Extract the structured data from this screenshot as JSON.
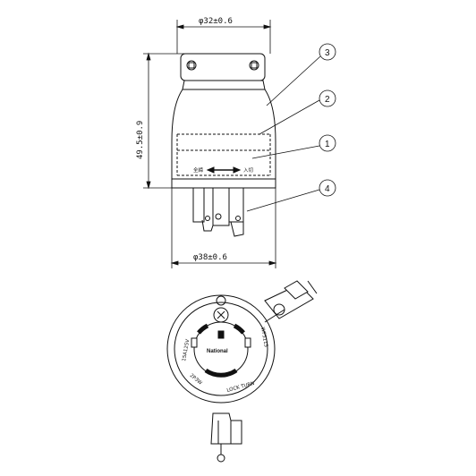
{
  "dimensions": {
    "top_width": "φ32±0.6",
    "height": "49.5±0.9",
    "bottom_width": "φ38±0.6"
  },
  "callouts": [
    "1",
    "2",
    "3",
    "4"
  ],
  "body_marking": {
    "left": "全締",
    "right": "入切"
  },
  "face_marking": {
    "brand": "National",
    "left_text": "15A125V",
    "right_text": "WF5115",
    "bottom_text": "LOCK  TURN",
    "lower_left": "2P3W"
  }
}
